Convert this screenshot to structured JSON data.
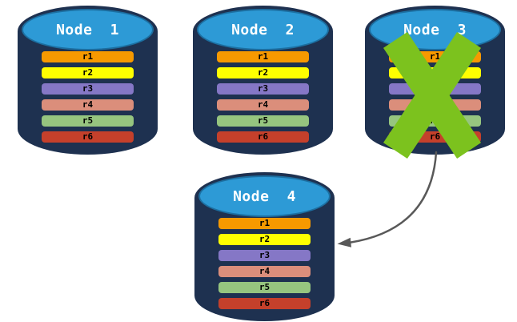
{
  "canvas": {
    "background": "#FFFFFF"
  },
  "colors": {
    "cylinder_body": "#1E3150",
    "cylinder_top_fill": "#2D9AD6",
    "cylinder_top_border": "#1C6FA1",
    "node_title_text": "#FFFFFF",
    "row_label_text": "#000000"
  },
  "nodes": [
    {
      "title": "Node 1",
      "rows": [
        {
          "label": "r1",
          "color": "#F79900"
        },
        {
          "label": "r2",
          "color": "#FFFF00"
        },
        {
          "label": "r3",
          "color": "#8577C6"
        },
        {
          "label": "r4",
          "color": "#DB8E7B"
        },
        {
          "label": "r5",
          "color": "#96C57F"
        },
        {
          "label": "r6",
          "color": "#C5402B"
        }
      ]
    },
    {
      "title": "Node 2",
      "rows": [
        {
          "label": "r1",
          "color": "#F79900"
        },
        {
          "label": "r2",
          "color": "#FFFF00"
        },
        {
          "label": "r3",
          "color": "#8577C6"
        },
        {
          "label": "r4",
          "color": "#DB8E7B"
        },
        {
          "label": "r5",
          "color": "#96C57F"
        },
        {
          "label": "r6",
          "color": "#C5402B"
        }
      ]
    },
    {
      "title": "Node 3",
      "rows": [
        {
          "label": "r1",
          "color": "#F79900"
        },
        {
          "label": "r2",
          "color": "#FFFF00"
        },
        {
          "label": "r3",
          "color": "#8577C6"
        },
        {
          "label": "r4",
          "color": "#DB8E7B"
        },
        {
          "label": "r5",
          "color": "#96C57F"
        },
        {
          "label": "r6",
          "color": "#C5402B"
        }
      ]
    },
    {
      "title": "Node 4",
      "rows": [
        {
          "label": "r1",
          "color": "#F79900"
        },
        {
          "label": "r2",
          "color": "#FFFF00"
        },
        {
          "label": "r3",
          "color": "#8577C6"
        },
        {
          "label": "r4",
          "color": "#DB8E7B"
        },
        {
          "label": "r5",
          "color": "#96C57F"
        },
        {
          "label": "r6",
          "color": "#C5402B"
        }
      ]
    }
  ],
  "failure_x": {
    "icon": "x-mark-icon",
    "color": "#7CC21E",
    "over_node": "Node 3"
  },
  "arrow": {
    "icon": "curved-arrow-icon",
    "color": "#595959",
    "from": "Node 3",
    "to": "Node 4"
  }
}
